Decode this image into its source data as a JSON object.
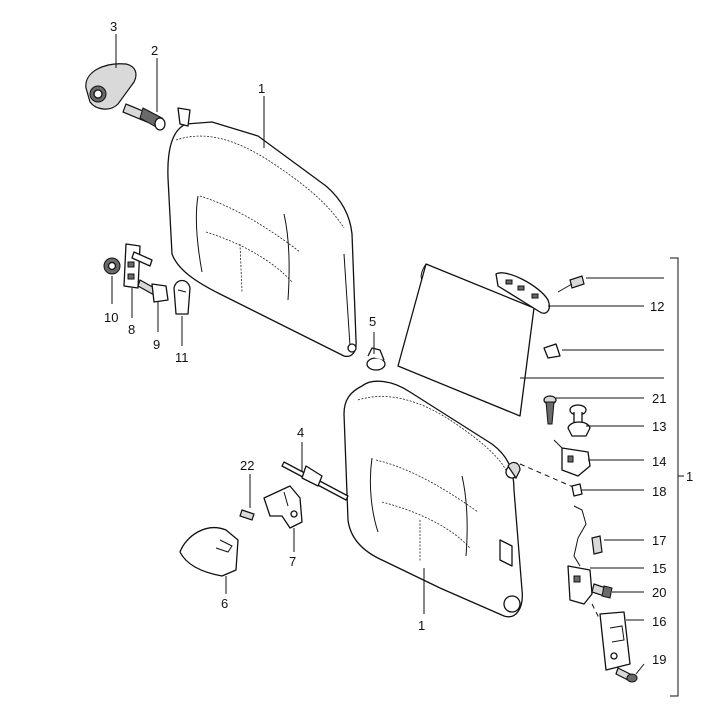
{
  "diagram": {
    "callouts": {
      "c1_top": "1",
      "c1_bottom": "1",
      "c1_right": "1",
      "c2": "2",
      "c3": "3",
      "c4": "4",
      "c5": "5",
      "c6": "6",
      "c7": "7",
      "c8": "8",
      "c9": "9",
      "c10": "10",
      "c11": "11",
      "c12": "12",
      "c13": "13",
      "c14": "14",
      "c15": "15",
      "c16": "16",
      "c17": "17",
      "c18": "18",
      "c19": "19",
      "c20": "20",
      "c21": "21",
      "c22": "22"
    }
  }
}
